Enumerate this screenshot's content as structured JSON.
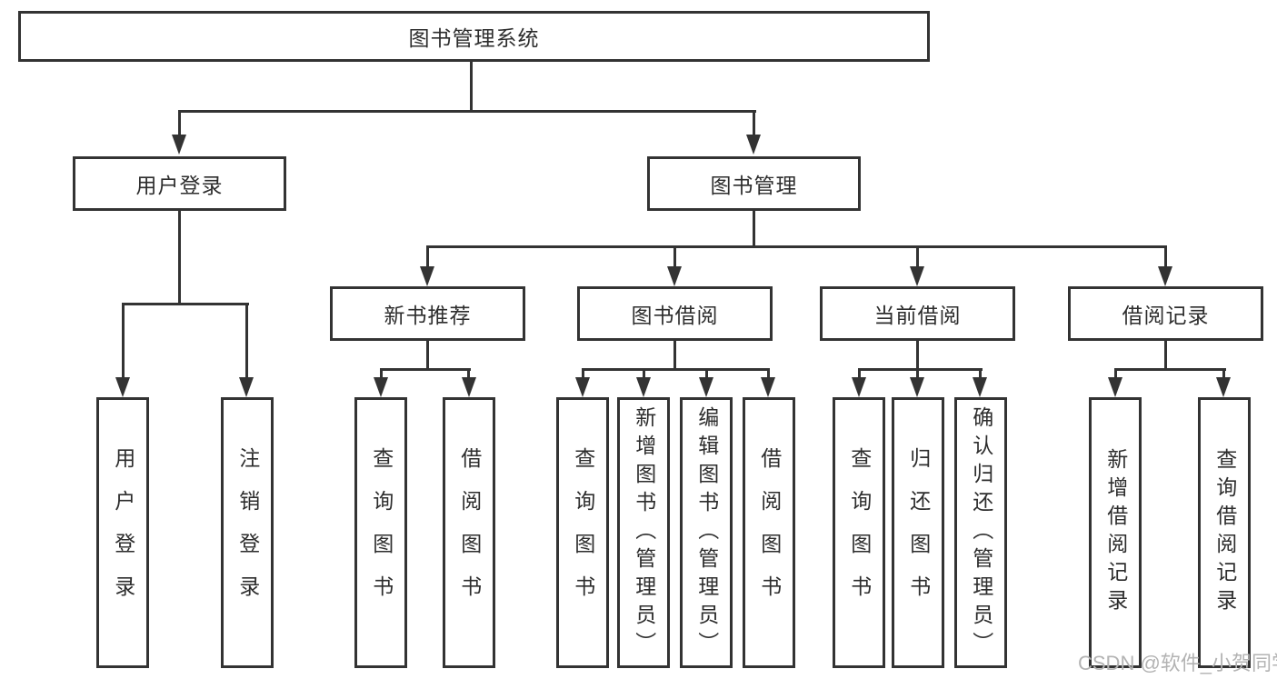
{
  "tree": {
    "root": {
      "label": "图书管理系统"
    },
    "branches": [
      {
        "label": "用户登录",
        "leaves": [
          {
            "label": "用户登录"
          },
          {
            "label": "注销登录"
          }
        ]
      },
      {
        "label": "图书管理",
        "groups": [
          {
            "label": "新书推荐",
            "leaves": [
              {
                "label": "查询图书"
              },
              {
                "label": "借阅图书"
              }
            ]
          },
          {
            "label": "图书借阅",
            "leaves": [
              {
                "label": "查询图书"
              },
              {
                "label": "新增图书（管理员）"
              },
              {
                "label": "编辑图书（管理员）"
              },
              {
                "label": "借阅图书"
              }
            ]
          },
          {
            "label": "当前借阅",
            "leaves": [
              {
                "label": "查询图书"
              },
              {
                "label": "归还图书"
              },
              {
                "label": "确认归还（管理员）"
              }
            ]
          },
          {
            "label": "借阅记录",
            "leaves": [
              {
                "label": "新增借阅记录"
              },
              {
                "label": "查询借阅记录"
              }
            ]
          }
        ]
      }
    ]
  },
  "watermark": {
    "text": "CSDN @软件_小贺同学"
  },
  "colors": {
    "line": "#333333",
    "box_border": "#333333",
    "text": "#2d2d2d",
    "watermark": "#b3b3b3",
    "background": "#ffffff"
  }
}
